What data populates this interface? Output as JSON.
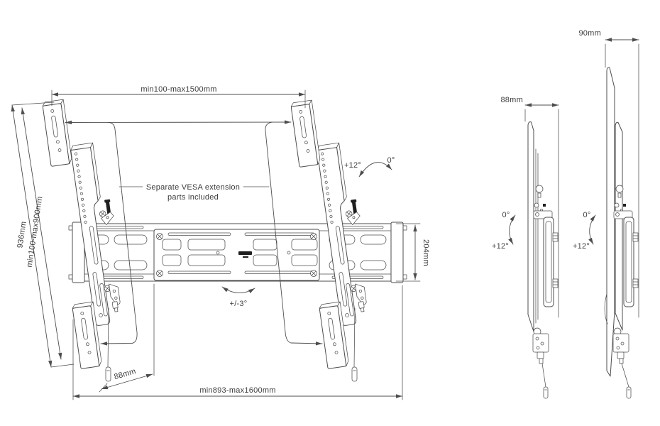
{
  "front": {
    "dim_top_width": "min100-max1500mm",
    "dim_left_outer": "936mm",
    "dim_left_inner": "min100-max900mm",
    "dim_bottom_width": "min893-max1600mm",
    "dim_bracket_height": "204mm",
    "dim_plate_offset": "88mm",
    "angle_max": "+12°",
    "angle_min": "0°",
    "angle_swivel": "+/-3°",
    "callout": {
      "line1": "Separate VESA extension",
      "line2": "parts included"
    }
  },
  "side_left": {
    "dim_depth": "88mm",
    "angle_min": "0°",
    "angle_max": "+12°"
  },
  "side_right": {
    "dim_depth": "90mm",
    "angle_min": "0°",
    "angle_max": "+12°"
  },
  "colors": {
    "line": "#4d4d4d",
    "text": "#3d3d3d",
    "background": "#ffffff",
    "hardware_dark": "#1f1f1f"
  }
}
